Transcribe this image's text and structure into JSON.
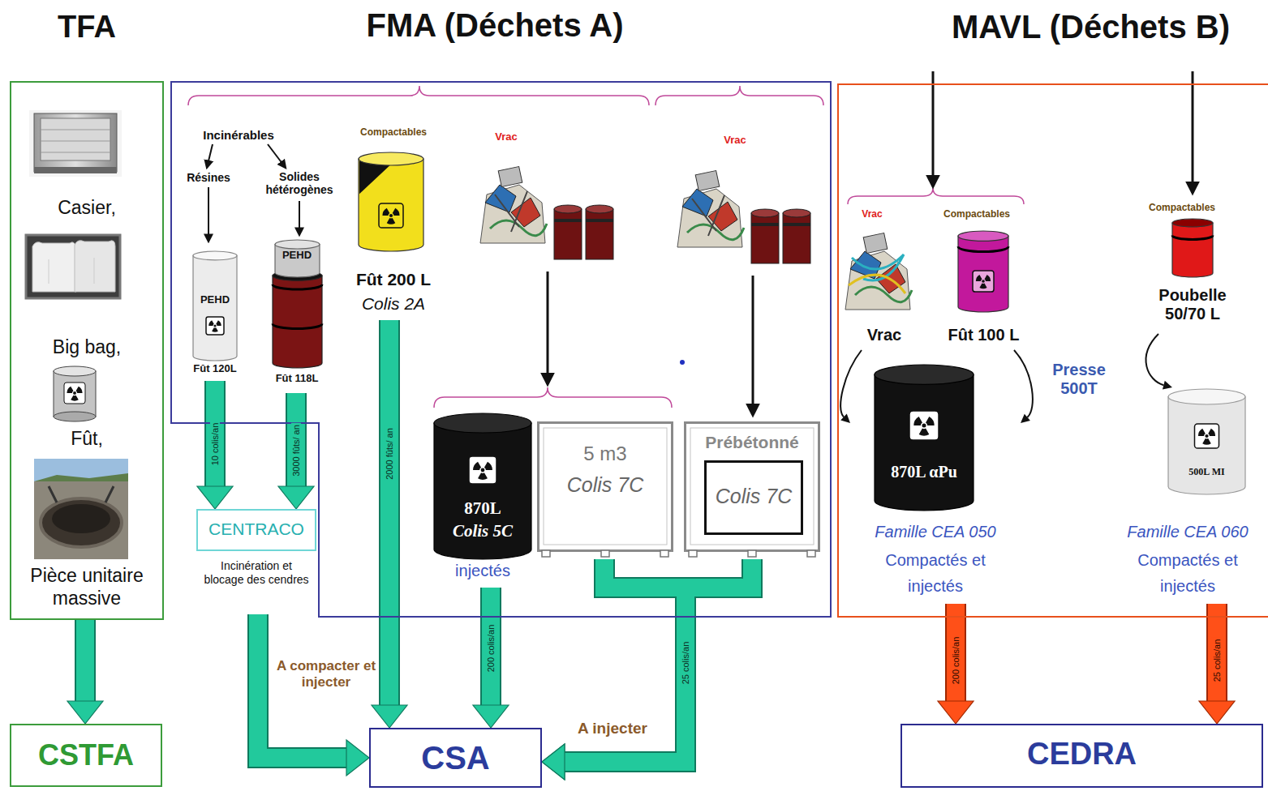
{
  "diagram": {
    "nodes": [
      {
        "text": [
          "TFA",
          "Casier,",
          "Big bag,",
          "Fût,",
          "Pièce unitaire massive"
        ]
      },
      {
        "text": [
          "FMA (Déchets A)"
        ]
      },
      {
        "text": [
          "PEHD",
          "Fût 120L"
        ],
        "in": 1
      },
      {
        "text": [
          "PEHD",
          "Fût 118L"
        ],
        "in": 1
      },
      {
        "text": [
          "Fût 200 L",
          "Colis 2A"
        ],
        "in": 1
      },
      {
        "text": [
          "870L",
          "Colis 5C",
          "injectés"
        ],
        "in": 1
      },
      {
        "text": [
          "5 m3",
          "Colis 7C"
        ],
        "in": 1
      },
      {
        "text": [
          "Prébétonné"
        ],
        "in": 1
      },
      {
        "text": [
          "Colis 7C"
        ],
        "in": 7
      },
      {
        "text": [
          "CENTRACO",
          "Incinération et blocage des cendres"
        ]
      },
      {
        "text": [
          "MAVL (Déchets B)"
        ]
      },
      {
        "text": [
          "Vrac"
        ],
        "in": 10
      },
      {
        "text": [
          "Fût 100 L"
        ],
        "in": 10
      },
      {
        "text": [
          "Poubelle 50/70 L"
        ],
        "in": 10
      },
      {
        "text": [
          "870L αPu",
          "Famille CEA 050",
          "Compactés et injectés"
        ],
        "in": 10
      },
      {
        "text": [
          "500L MI",
          "Famille CEA 060",
          "Compactés et injectés"
        ],
        "in": 10
      },
      {
        "text": [
          "CSTFA"
        ]
      },
      {
        "text": [
          "CSA"
        ]
      },
      {
        "text": [
          "CEDRA"
        ]
      }
    ],
    "edges": [
      {
        "from": 0,
        "to": 16,
        "arrow": "to"
      },
      {
        "from": 2,
        "to": 9,
        "label": "10 colis/an",
        "arrow": "to"
      },
      {
        "from": 3,
        "to": 9,
        "label": "3000 fûts/ an",
        "arrow": "to"
      },
      {
        "from": 4,
        "to": 17,
        "label": "2000 fûts/ an",
        "arrow": "to"
      },
      {
        "from": 5,
        "to": 17,
        "label": "200 colis/an",
        "arrow": "to"
      },
      {
        "from": 6,
        "to": 17,
        "arrow": "to"
      },
      {
        "from": 7,
        "to": 17,
        "label": "25 colis/an",
        "arrow": "to"
      },
      {
        "from": 9,
        "to": 17,
        "arrow": "to"
      },
      {
        "from": 11,
        "to": 14,
        "arrow": "to"
      },
      {
        "from": 12,
        "to": 14,
        "arrow": "to"
      },
      {
        "from": 13,
        "to": 15,
        "arrow": "to"
      },
      {
        "from": 14,
        "to": 18,
        "label": "200 colis/an",
        "arrow": "to"
      },
      {
        "from": 15,
        "to": 18,
        "label": "25 colis/an",
        "arrow": "to"
      }
    ],
    "labels": [
      "Incinérables",
      "Résines",
      "Solides hétérogènes",
      "Compactables",
      "Vrac",
      "Vrac",
      "A compacter et injecter",
      "A injecter",
      "Vrac",
      "Compactables",
      "Compactables",
      "Presse 500T"
    ]
  }
}
